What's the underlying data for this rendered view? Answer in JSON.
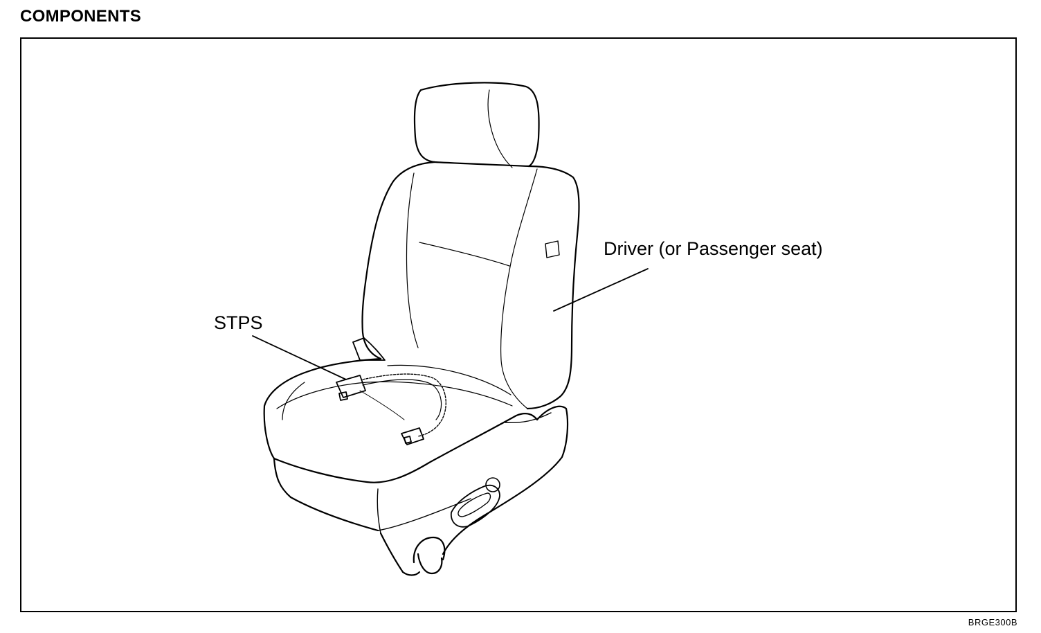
{
  "page": {
    "heading": "COMPONENTS",
    "figure_code": "BRGE300B"
  },
  "figure": {
    "callouts": {
      "stps": "STPS",
      "seat": "Driver (or Passenger seat)"
    },
    "stroke_color": "#000000",
    "background_color": "#ffffff"
  }
}
